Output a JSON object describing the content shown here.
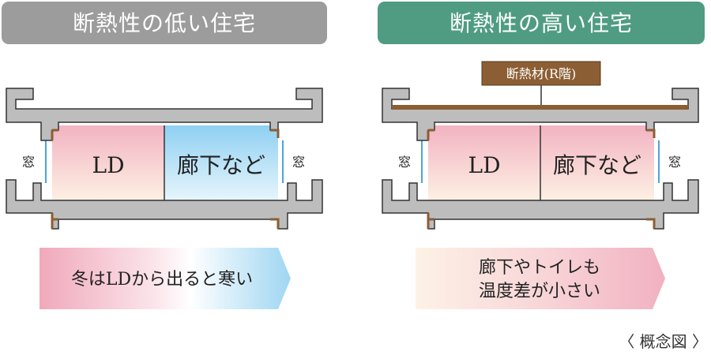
{
  "left_panel": {
    "title": "断熱性の低い住宅",
    "window_left": "窓",
    "window_right": "窓",
    "room_a": "LD",
    "room_b": "廊下など",
    "caption": "冬はLDから出ると寒い"
  },
  "right_panel": {
    "title": "断熱性の高い住宅",
    "insulation_label": "断熱材(R階)",
    "window_left": "窓",
    "window_right": "窓",
    "room_a": "LD",
    "room_b": "廊下など",
    "caption_line1": "廊下やトイレも",
    "caption_line2": "温度差が小さい"
  },
  "footnote": "〈 概念図 〉",
  "colors": {
    "left_header": "#9c9c9c",
    "right_header": "#4f9c83",
    "wall": "#bdbdbd",
    "wall_stroke": "#333333",
    "insulation": "#8b5e34",
    "warm": "#f2b8c4",
    "cool": "#a8d8f0",
    "cream": "#fdf1e2",
    "window_line": "#4aa6d8"
  }
}
